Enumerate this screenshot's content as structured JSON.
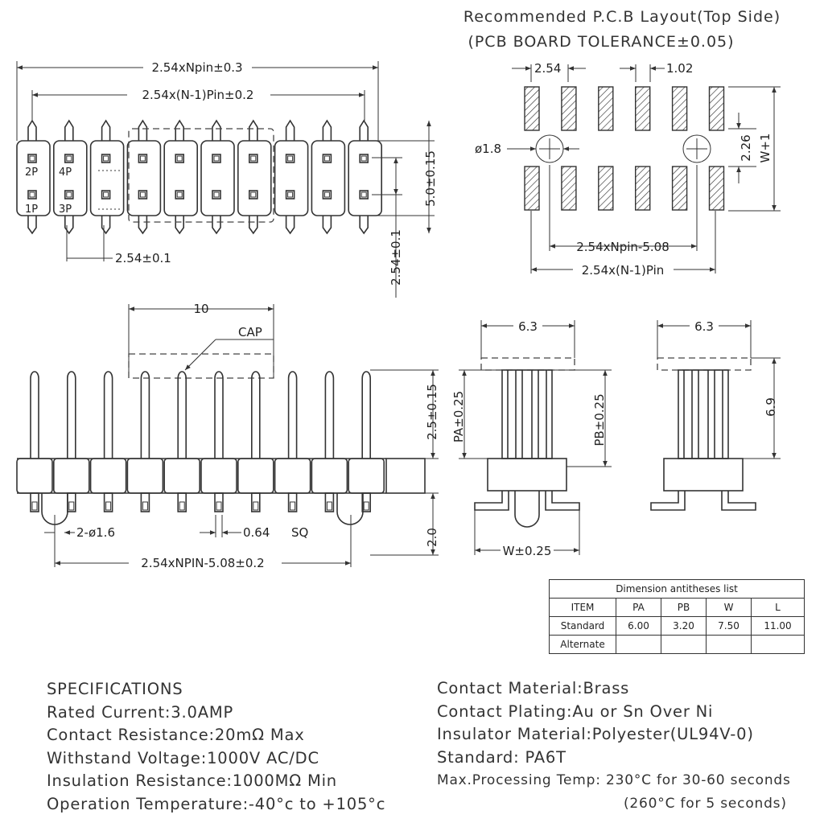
{
  "pcb_layout": {
    "title_line1": "Recommended P.C.B Layout(Top Side)",
    "title_line2": "(PCB BOARD TOLERANCE±0.05)",
    "dim_pitch": "2.54",
    "dim_pad_width": "1.02",
    "dim_hole": "ø1.8",
    "dim_row_gap": "2.26",
    "dim_w": "W+1",
    "dim_holes_span": "2.54xNpin-5.08",
    "dim_pads_span": "2.54x(N-1)Pin"
  },
  "top_view": {
    "dim_total": "2.54xNpin±0.3",
    "dim_inner": "2.54x(N-1)Pin±0.2",
    "dim_pitch": "2.54±0.1",
    "dim_height": "5.0±0.15",
    "dim_row_pitch": "2.54±0.1",
    "pin_labels": [
      "2P",
      "4P",
      "1P",
      "3P"
    ]
  },
  "front_view": {
    "dim_cap_width": "10",
    "cap_label": "CAP",
    "dim_above": "2.5±0.15",
    "dim_below": "2.0",
    "dim_peg": "2-ø1.6",
    "dim_pin": "0.64",
    "pin_shape": "SQ",
    "dim_span": "2.54xNPIN-5.08±0.2"
  },
  "side_views": {
    "left_width": "6.3",
    "right_width": "6.3",
    "dim_pa": "PA±0.25",
    "dim_pb": "PB±0.25",
    "dim_w": "W±0.25",
    "dim_height": "6.9"
  },
  "dimension_table": {
    "caption": "Dimension antitheses list",
    "headers": [
      "ITEM",
      "PA",
      "PB",
      "W",
      "L"
    ],
    "rows": [
      [
        "Standard",
        "6.00",
        "3.20",
        "7.50",
        "11.00"
      ],
      [
        "Alternate",
        "",
        "",
        "",
        ""
      ]
    ]
  },
  "specifications": {
    "heading": "SPECIFICATIONS",
    "left": [
      "Rated Current:3.0AMP",
      "Contact Resistance:20mΩ Max",
      "Withstand Voltage:1000V AC/DC",
      "Insulation Resistance:1000MΩ Min",
      "Operation Temperature:-40°c to +105°c"
    ],
    "right": [
      "Contact Material:Brass",
      "Contact Plating:Au or Sn Over Ni",
      "Insulator Material:Polyester(UL94V-0)",
      "Standard:   PA6T",
      "Max.Processing Temp: 230°C for 30-60 seconds",
      "(260°C for 5 seconds)"
    ]
  }
}
